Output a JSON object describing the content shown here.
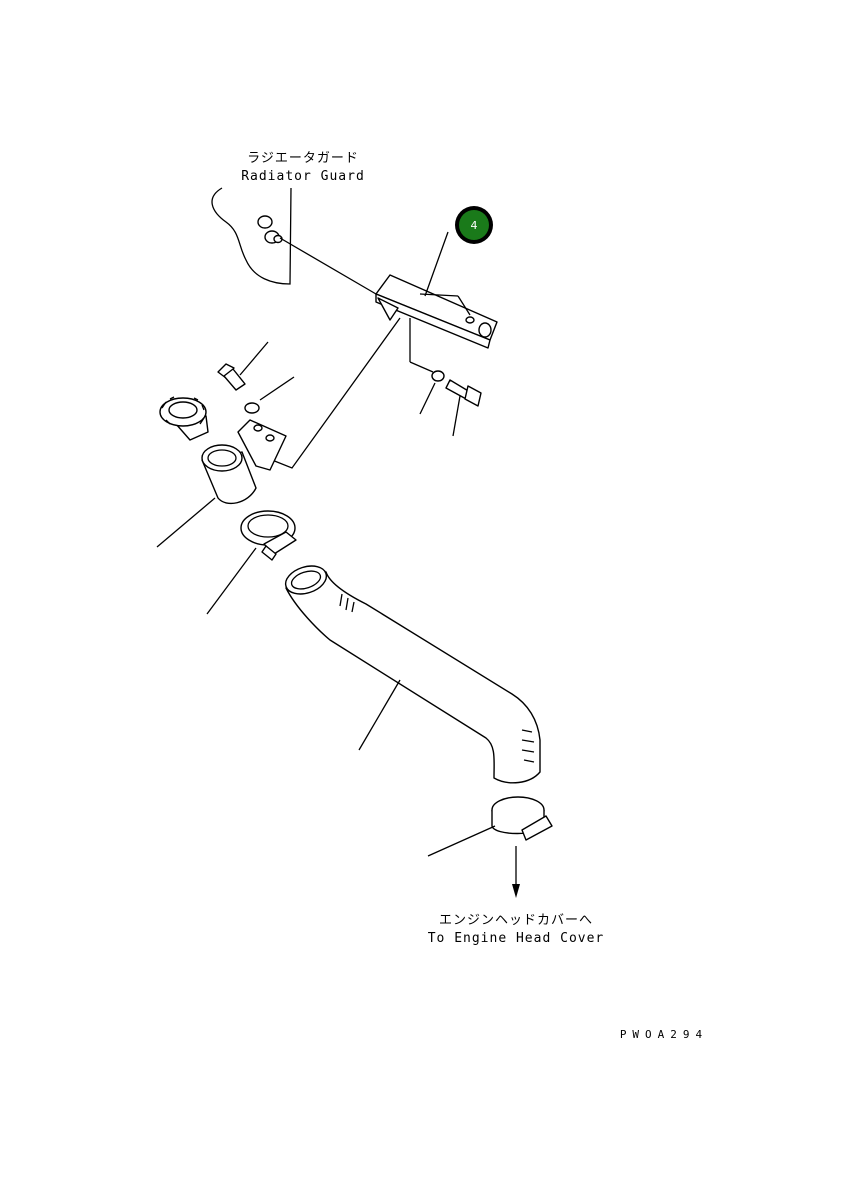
{
  "labels": {
    "radiator_guard_jp": "ラジエータガード",
    "radiator_guard_en": "Radiator Guard",
    "engine_head_cover_jp": "エンジンヘッドカバーへ",
    "engine_head_cover_en": "To Engine Head Cover",
    "drawing_code": "PWOA294"
  },
  "callout": {
    "number": "4",
    "color": "#1a7a1a"
  }
}
